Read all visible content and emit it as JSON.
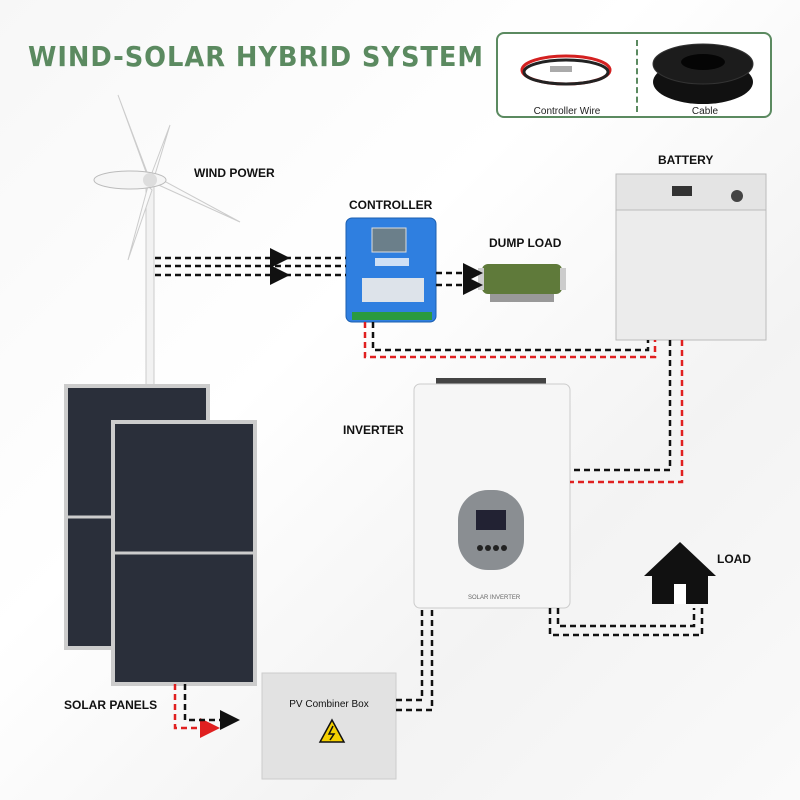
{
  "title": "WIND-SOLAR HYBRID SYSTEM",
  "accessories": [
    {
      "label": "Controller Wire"
    },
    {
      "label": "Cable"
    }
  ],
  "components": {
    "wind": "WIND POWER",
    "controller": "CONTROLLER",
    "dump_load": "DUMP LOAD",
    "battery": "BATTERY",
    "inverter": "INVERTER",
    "inverter_panel_text": "SOLAR INVERTER",
    "load": "LOAD",
    "solar": "SOLAR PANELS",
    "combiner": "PV Combiner Box"
  },
  "colors": {
    "title": "#5b8a60",
    "positive_wire": "#e02020",
    "negative_wire": "#111111",
    "controller": "#2f7fe0"
  }
}
